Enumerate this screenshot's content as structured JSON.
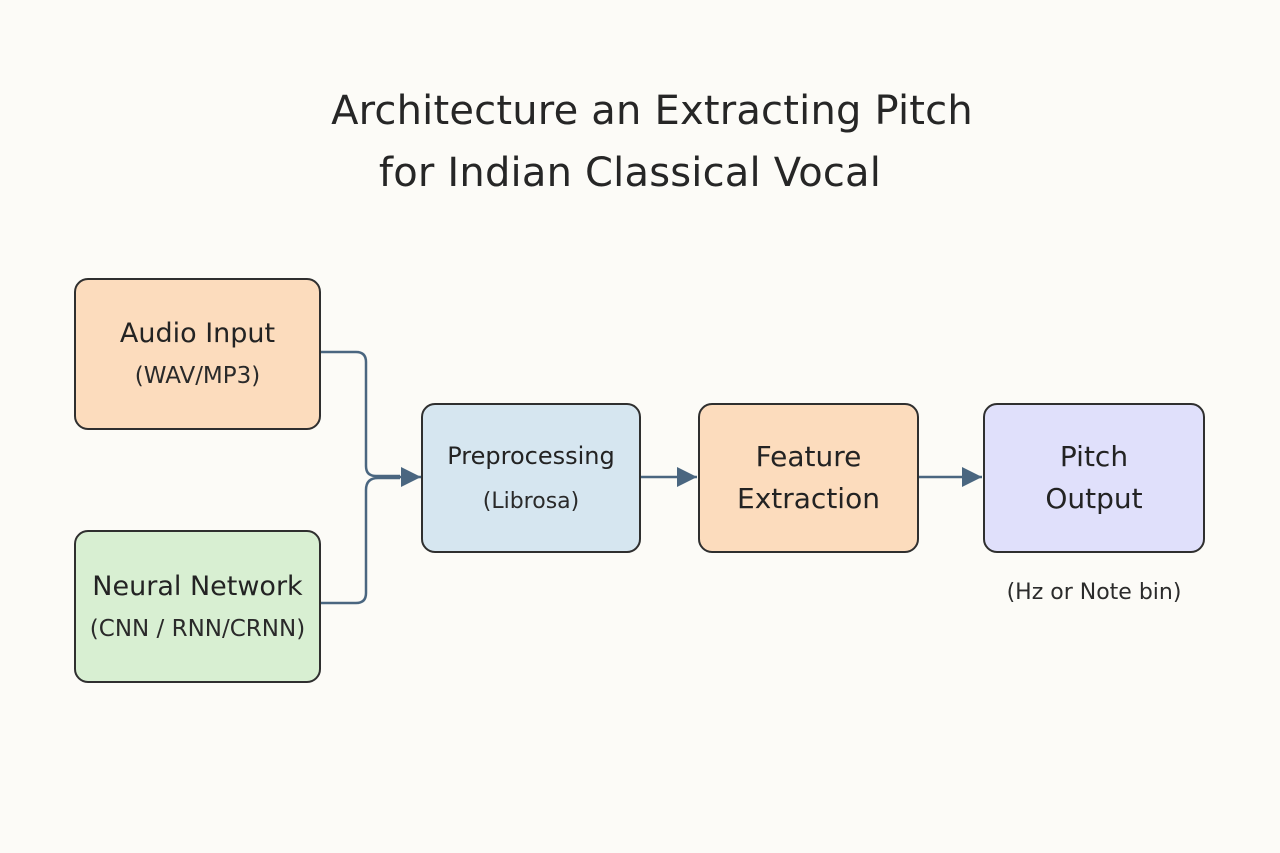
{
  "title": {
    "line1": "Architecture an Extracting Pitch",
    "line2": "for Indian Classical Vocal"
  },
  "nodes": {
    "audio_input": {
      "label": "Audio Input",
      "sub": "(WAV/MP3)",
      "color": "#fcdcbd"
    },
    "neural_network": {
      "label": "Neural Network",
      "sub": "(CNN / RNN/CRNN)",
      "color": "#d8efd2"
    },
    "preprocessing": {
      "label": "Preprocessing",
      "sub": "(Librosa)",
      "color": "#d6e6f0"
    },
    "feature_extraction": {
      "label": "Feature Extraction",
      "color": "#fcdcbd"
    },
    "pitch_output": {
      "label": "Pitch Output",
      "note": "(Hz or Note bin)",
      "color": "#e0e0fb"
    }
  },
  "edges": [
    {
      "from": "audio_input",
      "to": "preprocessing"
    },
    {
      "from": "neural_network",
      "to": "preprocessing"
    },
    {
      "from": "preprocessing",
      "to": "feature_extraction"
    },
    {
      "from": "feature_extraction",
      "to": "pitch_output"
    }
  ],
  "edge_color": "#4a6680"
}
